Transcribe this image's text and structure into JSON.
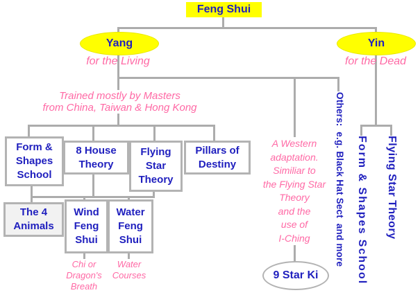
{
  "colors": {
    "node_text_blue": "#1f1fbe",
    "note_pink": "#ff69a5",
    "highlight_yellow": "#ffff00",
    "connector_gray": "#acacac"
  },
  "root": {
    "label": "Feng Shui"
  },
  "yang_branch": {
    "node": "Yang",
    "caption": "for the Living",
    "note": "Trained mostly by Masters\nfrom China, Taiwan & Hong Kong",
    "schools": [
      {
        "label": "Form &\nShapes\nSchool"
      },
      {
        "label": "8 House\nTheory"
      },
      {
        "label": "Flying\nStar\nTheory"
      },
      {
        "label": "Pillars of\nDestiny"
      }
    ],
    "sub_schools": [
      {
        "label": "The 4\nAnimals"
      },
      {
        "label": "Wind\nFeng\nShui",
        "caption": "Chi or\nDragon's\nBreath"
      },
      {
        "label": "Water\nFeng\nShui",
        "caption": "Water\nCourses"
      }
    ]
  },
  "western_branch": {
    "note": "A Western\nadaptation.\nSimiliar to\nthe Flying Star\nTheory\nand the\nuse of\nI-Ching",
    "node": "9 Star Ki"
  },
  "others_note": "Others:  e.g. Black Hat Sect  and more",
  "yin_branch": {
    "node": "Yin",
    "caption": "for the Dead",
    "schools": [
      {
        "label": "Form & Shapes School"
      },
      {
        "label": "Flying Star Theory"
      }
    ]
  }
}
